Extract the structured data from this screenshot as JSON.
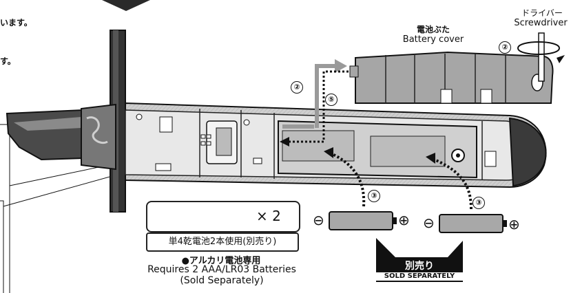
{
  "header": {
    "line1_tail": "います。",
    "line2_tail": "す。"
  },
  "labels": {
    "screwdriver_jp": "ドライバー",
    "screwdriver_en": "Screwdriver",
    "battery_cover_jp": "電池ぶた",
    "battery_cover_en": "Battery cover"
  },
  "steps": {
    "step_2": "②",
    "step_5": "⑤",
    "step_3": "③"
  },
  "battery_spec": {
    "type": "単4",
    "count": "× 2",
    "note": "単4乾電池2本使用(別売り)",
    "alkaline_only": "●アルカリ電池専用",
    "requires_en": "Requires 2 AAA/LR03 Batteries",
    "sold_separately_en": "(Sold Separately)"
  },
  "sold_badge": {
    "jp": "別売り",
    "en": "SOLD SEPARATELY"
  },
  "polarity": {
    "minus": "⊖",
    "plus": "⊕"
  },
  "colors": {
    "accent_arrow": "#9a9a9a",
    "dark": "#222222",
    "blade": "#4a4a4a",
    "handle": "#dcdcdc"
  }
}
